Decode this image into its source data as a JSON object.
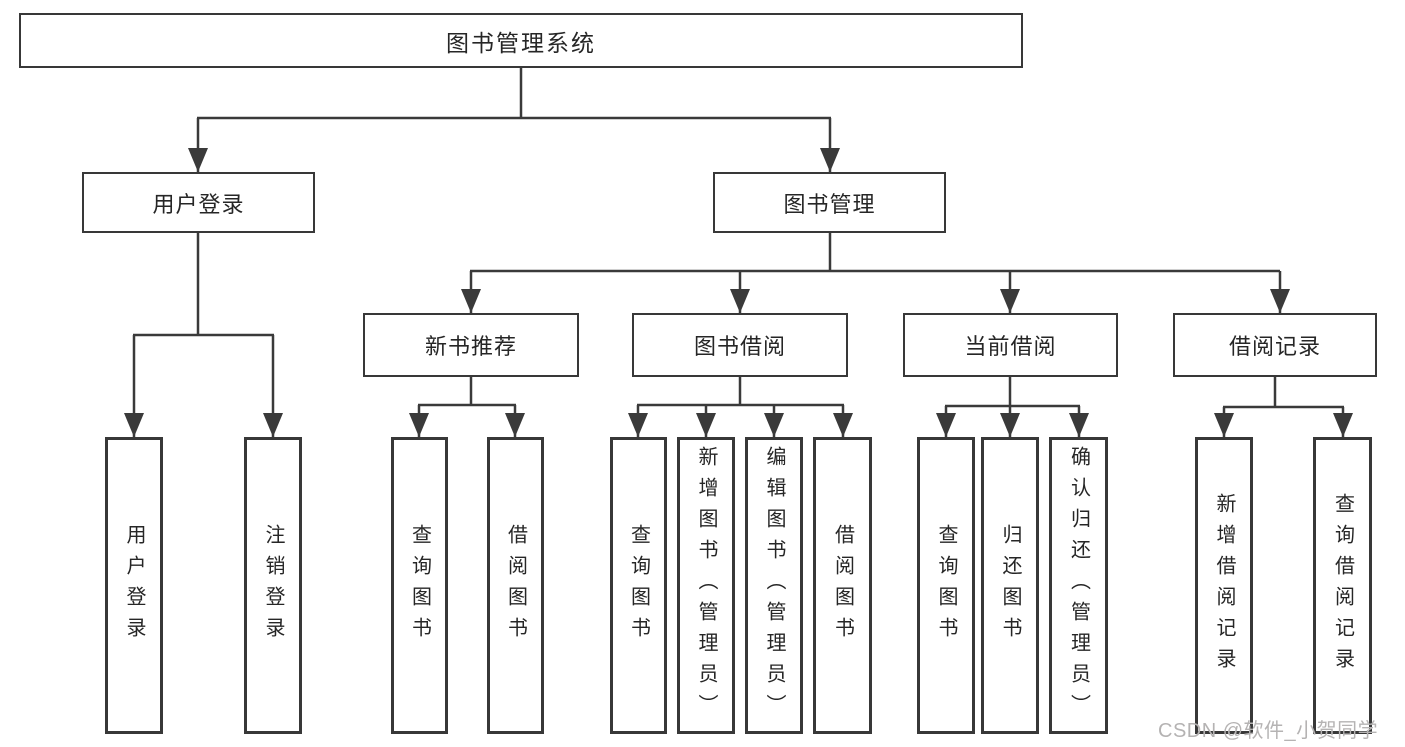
{
  "diagram": {
    "root": {
      "label": "图书管理系统"
    },
    "branches": [
      {
        "label": "用户登录",
        "children": [
          {
            "label": "用户登录"
          },
          {
            "label": "注销登录"
          }
        ]
      },
      {
        "label": "图书管理",
        "children": [
          {
            "label": "新书推荐",
            "children": [
              {
                "label": "查询图书"
              },
              {
                "label": "借阅图书"
              }
            ]
          },
          {
            "label": "图书借阅",
            "children": [
              {
                "label": "查询图书"
              },
              {
                "label": "新增图书（管理员）"
              },
              {
                "label": "编辑图书（管理员）"
              },
              {
                "label": "借阅图书"
              }
            ]
          },
          {
            "label": "当前借阅",
            "children": [
              {
                "label": "查询图书"
              },
              {
                "label": "归还图书"
              },
              {
                "label": "确认归还（管理员）"
              }
            ]
          },
          {
            "label": "借阅记录",
            "children": [
              {
                "label": "新增借阅记录"
              },
              {
                "label": "查询借阅记录"
              }
            ]
          }
        ]
      }
    ]
  },
  "watermark": {
    "text": "CSDN @软件_小贺同学"
  },
  "colors": {
    "line": "#3a3a3a",
    "box_border": "#383838",
    "text": "#262626",
    "watermark_text": "#b5b3b3",
    "background": "#ffffff"
  }
}
